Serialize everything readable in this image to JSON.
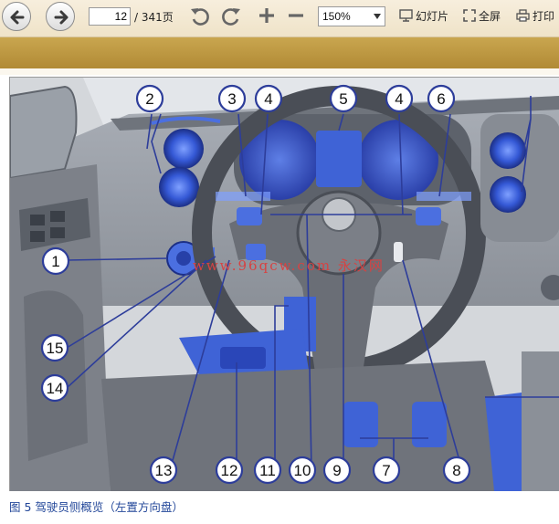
{
  "toolbar": {
    "page_current": "12",
    "page_total": "/ 341页",
    "zoom": "150%",
    "slideshow_label": "幻灯片",
    "fullscreen_label": "全屏",
    "print_label": "打印"
  },
  "figure": {
    "watermark": "www.96qcw.com 永汉网",
    "caption": "图 5 驾驶员侧概览（左置方向盘）",
    "callouts": [
      "1",
      "2",
      "3",
      "4",
      "4",
      "5",
      "6",
      "7",
      "8",
      "9",
      "10",
      "11",
      "12",
      "13",
      "14",
      "15"
    ]
  },
  "colors": {
    "toolbar_bg": "#f2e6cd",
    "band": "#b99144",
    "highlight_blue": "#3f63d6",
    "callout_stroke": "#2d3d9a",
    "caption": "#24489a"
  }
}
